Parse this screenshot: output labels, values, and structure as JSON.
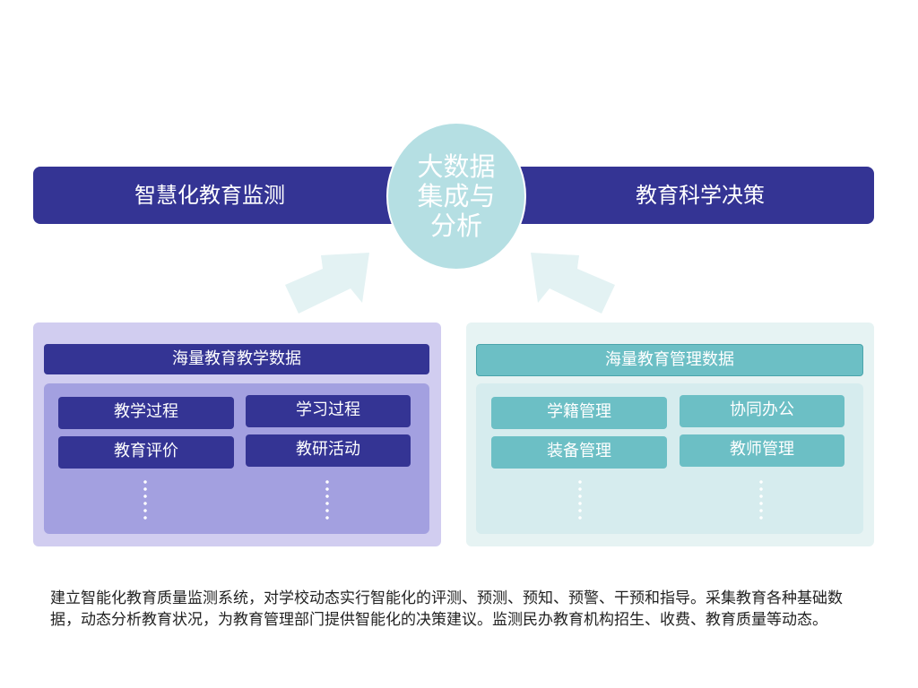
{
  "colors": {
    "navy": "#343494",
    "circle": "#b5dfe3",
    "arrow": "#e3f2f3",
    "left_panel": "#d1cdf0",
    "left_inner": "#a3a0e0",
    "right_panel": "#e6f3f3",
    "right_inner": "#d6ecee",
    "teal": "#6cbfc5"
  },
  "banner": {
    "left": "智慧化教育监测",
    "center": "大数据集成与分析",
    "right": "教育科学决策"
  },
  "left_panel": {
    "header": "海量教育教学数据",
    "items": [
      "教学过程",
      "学习过程",
      "教育评价",
      "教研活动"
    ]
  },
  "right_panel": {
    "header": "海量教育管理数据",
    "items": [
      "学籍管理",
      "协同办公",
      "装备管理",
      "教师管理"
    ]
  },
  "description": "建立智能化教育质量监测系统，对学校动态实行智能化的评测、预测、预知、预警、干预和指导。采集教育各种基础数据，动态分析教育状况，为教育管理部门提供智能化的决策建议。监测民办教育机构招生、收费、教育质量等动态。"
}
